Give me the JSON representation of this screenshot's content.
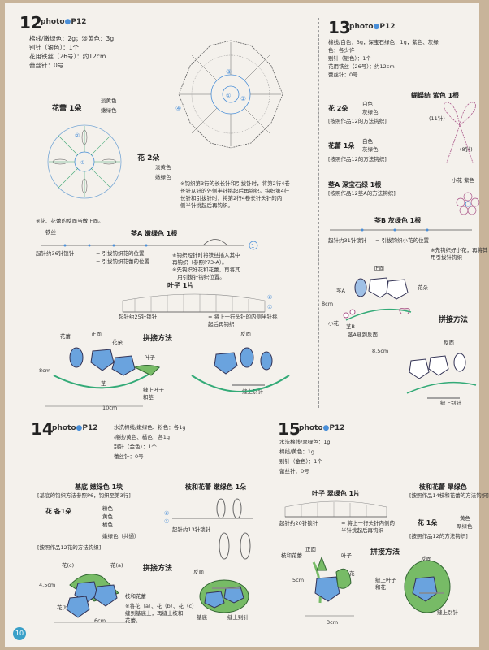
{
  "p12": {
    "num": "12",
    "photo": "photo",
    "ref": "P12",
    "materials": [
      "棉线/嫩绿色：2g；淡黄色：3g",
      "别针（银色）：1个",
      "花用铁丝（26号）：约12cm",
      "蕾丝针：0号"
    ],
    "bud_label": "花蕾 1朵",
    "bud_colors": [
      "淡黄色",
      "嫩绿色"
    ],
    "flower_label": "花 2朵",
    "flower_colors": [
      "淡黄色",
      "嫩绿色"
    ],
    "note1": "※钩织第3行的长长针和引拔针时，将第2行4卷\n长针从针的外侧半针挑起后再钩织。钩织第4行\n长针和引拔针时，将第2行4卷长针头针的内\n侧半针挑起后再钩织。",
    "note2": "※花、花蕾的反面当做正面。",
    "stem_label": "茎A 嫩绿色 1根",
    "wire": "铁丝",
    "stem_start": "起针约36针锁针",
    "stem_notes": [
      "= 引拔钩织花的位置",
      "= 引拔钩织花蕾的位置"
    ],
    "stem_note3": "※钩织短针时将铁丝插入其中\n再钩织（参照P73-A）。\n※先钩织好花和花蕾，再将其\n   用引拔针钩织位置。",
    "leaf_label": "叶子 1片",
    "leaf_start": "起针约25针锁针",
    "leaf_note": "= 将上一行头针的内侧半针挑\n起后再钩织",
    "assembly": "拼接方法",
    "labels": [
      "花蕾",
      "正面",
      "花朵",
      "叶子",
      "茎",
      "缝上叶子\n和茎",
      "反面",
      "缝上别针"
    ],
    "dims": [
      "8cm",
      "10cm"
    ]
  },
  "p13": {
    "num": "13",
    "photo": "photo",
    "ref": "P12",
    "materials": [
      "棉线/白色：3g；深宝石绿色：1g；紫色、灰绿",
      "色：各少许",
      "别针（银色）：1个",
      "花用铁丝（26号）：约12cm",
      "蕾丝针：0号"
    ],
    "flower_label": "花 2朵",
    "flower_colors": [
      "白色",
      "灰绿色"
    ],
    "flower_ref": "[按照作品12的方法钩织]",
    "bud_label": "花蕾 1朵",
    "bud_colors": [
      "白色",
      "灰绿色"
    ],
    "bud_ref": "[按照作品12的方法钩织]",
    "bow_label": "蝴蝶结 紫色 1根",
    "bow_chain": "(11针)",
    "bow_chain2": "(8针)",
    "small_flower": "小花 紫色",
    "stemA": "茎A 深宝石绿 1根",
    "stemA_ref": "[按照作品12茎A的方法钩织]",
    "stemB": "茎B 灰绿色 1根",
    "stemB_start": "起针约31针锁针",
    "stemB_note": "= 引拔钩织小花的位置",
    "stemB_note2": "※先钩织好小花，再将其\n用引拔针钩织",
    "labels": [
      "正面",
      "花朵",
      "茎A",
      "小花",
      "茎B",
      "茎A缝到反面",
      "反面",
      "缝上别针"
    ],
    "dims": [
      "8cm",
      "8.5cm"
    ],
    "assembly": "拼接方法"
  },
  "p14": {
    "num": "14",
    "photo": "photo",
    "ref": "P12",
    "materials": [
      "水洗棉线/嫩绿色、粉色：各1g",
      "棉线/黄色、橘色：各1g",
      "别针（金色）：1个",
      "蕾丝针：0号"
    ],
    "base": "基底 嫩绿色 1块",
    "base_ref": "[基底的钩织方法参照P6，钩织至第3行]",
    "flower": "花 各1朵",
    "flower_colors": [
      "粉色",
      "黄色",
      "橘色",
      "嫩绿色（共通）"
    ],
    "flower_ref": "[按照作品12花的方法钩织]",
    "branch": "枝和花蕾 嫩绿色 1朵",
    "branch_start": "起针约13针锁针",
    "assembly": "拼接方法",
    "labels": [
      "花(c)",
      "花(a)",
      "花(b)",
      "枝和花蕾",
      "反面",
      "基底",
      "缝上别针"
    ],
    "dims": [
      "4.5cm",
      "6cm"
    ],
    "note": "※将花（a）、花（b）、花（c）\n缝到基底上，再缝上枝和\n花蕾。"
  },
  "p15": {
    "num": "15",
    "photo": "photo",
    "ref": "P12",
    "materials": [
      "水洗棉线/翠绿色：1g",
      "棉线/黄色：1g",
      "别针（金色）：1个",
      "蕾丝针：0号"
    ],
    "leaf": "叶子 翠绿色 1片",
    "leaf_start": "起针约20针锁针",
    "leaf_note": "= 将上一行头针内侧的\n半针挑起后再钩织",
    "branch": "枝和花蕾 翠绿色",
    "branch_ref": "[按照作品14枝和花蕾的方法钩织]",
    "flower": "花 1朵",
    "flower_colors": [
      "黄色",
      "翠绿色"
    ],
    "flower_ref": "[按照作品12的方法钩织]",
    "assembly": "拼接方法",
    "labels": [
      "枝和花蕾",
      "正面",
      "叶子",
      "花",
      "缝上叶子\n和花",
      "反面",
      "缝上别针"
    ],
    "dims": [
      "5cm",
      "3cm"
    ]
  },
  "page_number": "10"
}
